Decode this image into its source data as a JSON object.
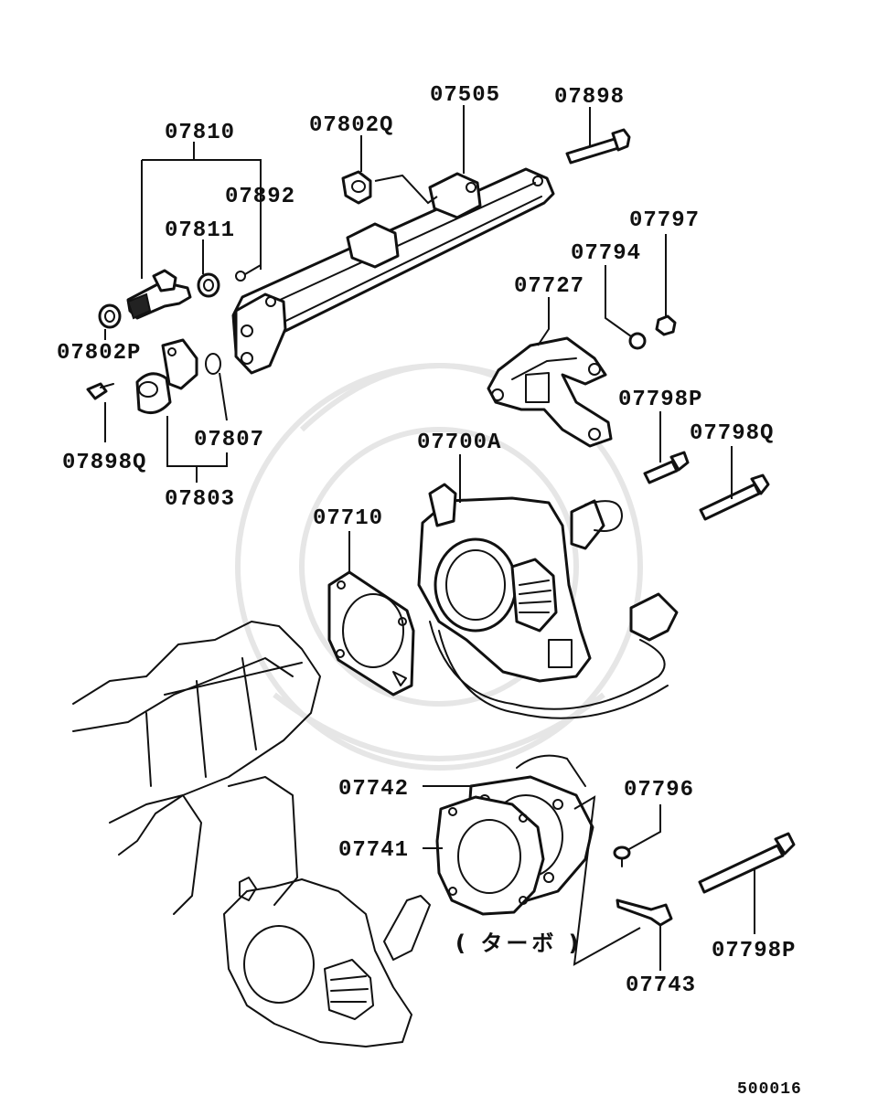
{
  "diagram": {
    "parts": {
      "fuel_rail": "07505",
      "rail_bolt": "07898",
      "injector_grommet_q": "07802Q",
      "injector": "07810",
      "o_ring_892": "07892",
      "insulator": "07811",
      "injector_grommet_p": "07802P",
      "iac_bolt": "07898Q",
      "iac_gasket": "07807",
      "iac_assembly": "07803",
      "bracket": "07727",
      "washer": "07794",
      "nut": "07797",
      "bracket_bolt_p": "07798P",
      "bracket_bolt_q": "07798Q",
      "throttle_body": "07700A",
      "throttle_gasket": "07710",
      "turbo_adapter": "07742",
      "turbo_gasket": "07741",
      "screw": "07796",
      "turbo_bolt": "07798P",
      "turbo_clip": "07743"
    },
    "turbo_note": "( ターボ )",
    "figure_code": "500016"
  }
}
